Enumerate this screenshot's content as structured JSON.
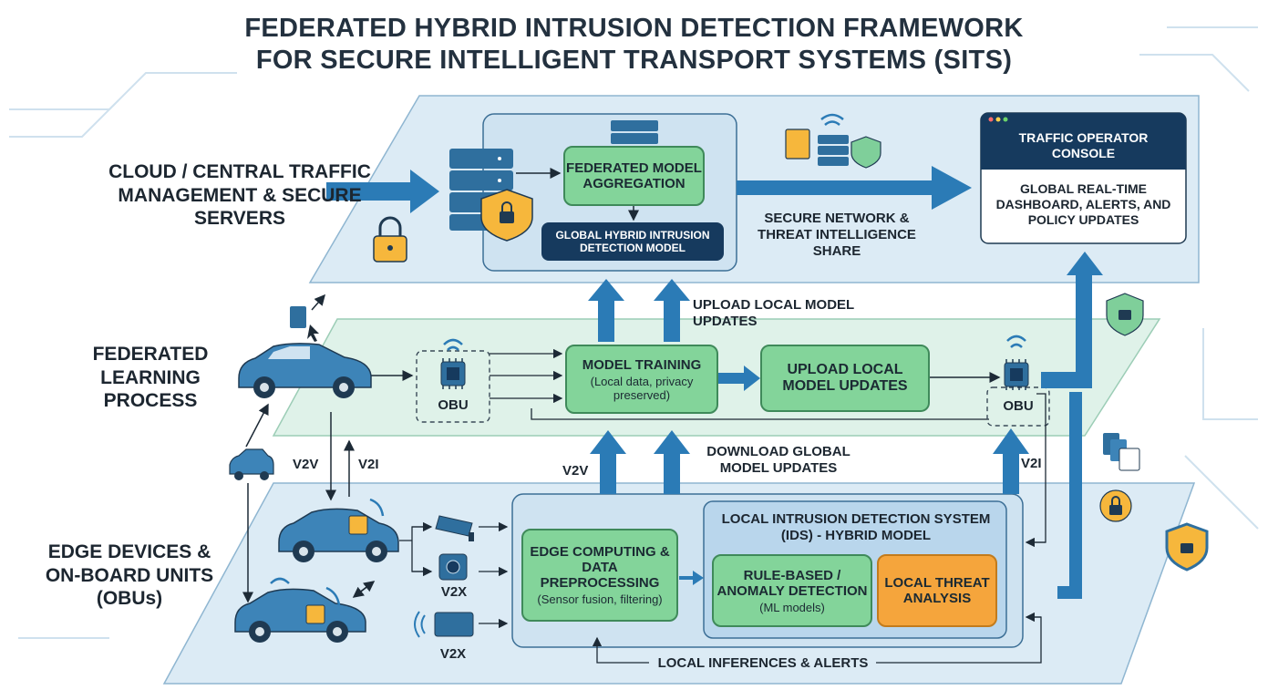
{
  "title": {
    "line1": "FEDERATED HYBRID INTRUSION DETECTION FRAMEWORK",
    "line2": "FOR SECURE INTELLIGENT TRANSPORT SYSTEMS (SITS)"
  },
  "layers": {
    "cloud": "CLOUD / CENTRAL TRAFFIC MANAGEMENT & SECURE SERVERS",
    "federated": "FEDERATED LEARNING PROCESS",
    "edge": "EDGE DEVICES & ON-BOARD UNITS (OBUs)"
  },
  "cloud": {
    "aggregation": "FEDERATED MODEL AGGREGATION",
    "global_model": "GLOBAL HYBRID INTRUSION DETECTION MODEL",
    "secure_share": "SECURE NETWORK & THREAT INTELLIGENCE SHARE",
    "console_title": "TRAFFIC OPERATOR CONSOLE",
    "console_body": "GLOBAL REAL-TIME DASHBOARD, ALERTS, AND POLICY UPDATES"
  },
  "federated": {
    "upload_label": "UPLOAD LOCAL MODEL UPDATES",
    "obu_left": "OBU",
    "obu_right": "OBU",
    "training_title": "MODEL TRAINING",
    "training_sub": "(Local data, privacy preserved)",
    "upload_box": "UPLOAD LOCAL MODEL UPDATES",
    "download_label": "DOWNLOAD GLOBAL MODEL UPDATES",
    "v2v_left": "V2V",
    "v2i_left": "V2I",
    "v2v_mid": "V2V",
    "v2i_right": "V2I"
  },
  "edge": {
    "v2x_1": "V2X",
    "v2x_2": "V2X",
    "edge_title": "EDGE COMPUTING & DATA PREPROCESSING",
    "edge_sub": "(Sensor fusion, filtering)",
    "ids_title": "LOCAL INTRUSION DETECTION SYSTEM (IDS) - HYBRID MODEL",
    "rule_title": "RULE-BASED / ANOMALY DETECTION",
    "rule_sub": "(ML models)",
    "threat": "LOCAL THREAT ANALYSIS",
    "inferences": "LOCAL INFERENCES & ALERTS"
  },
  "colors": {
    "accent_blue": "#2b7bb6",
    "navy": "#163a5e",
    "green_box": "#83d49a",
    "orange_box": "#f5a53c",
    "cloud_plane": "#dcebf5",
    "fl_plane": "#dff2e9",
    "edge_plane": "#dcebf5"
  }
}
